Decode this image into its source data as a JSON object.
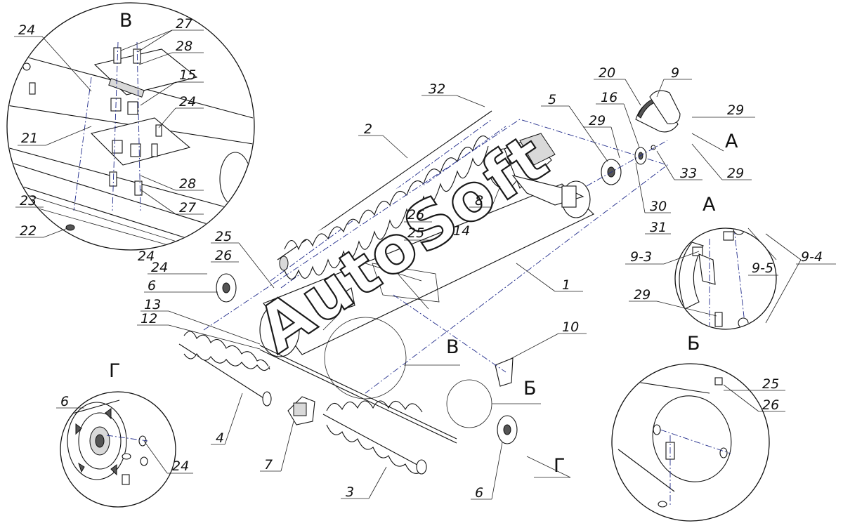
{
  "watermark": "AutoSoft",
  "view_letters": {
    "B_topleft": "В",
    "A_top": "А",
    "A_detail": "А",
    "V_main": "В",
    "B_main": "Б",
    "B_detail": "Б",
    "G_detail": "Г",
    "G_main": "Г"
  },
  "callouts": {
    "c24a": "24",
    "c27a": "27",
    "c28a": "28",
    "c15": "15",
    "c24b": "24",
    "c21": "21",
    "c28b": "28",
    "c27b": "27",
    "c23": "23",
    "c22": "22",
    "c24c": "24",
    "c32": "32",
    "c2": "2",
    "c5": "5",
    "c20": "20",
    "c9": "9",
    "c16": "16",
    "c29a": "29",
    "c29b": "29",
    "c33": "33",
    "c29c": "29",
    "c8": "8",
    "c26a": "26",
    "c25a": "25",
    "c14": "14",
    "c30": "30",
    "c31": "31",
    "c93": "9-3",
    "c95": "9-5",
    "c94": "9-4",
    "c29d": "29",
    "c25b": "25",
    "c26b": "26",
    "c24d": "24",
    "c6a": "6",
    "c13": "13",
    "c12": "12",
    "c1": "1",
    "c10": "10",
    "c6b": "6",
    "c24e": "24",
    "c4": "4",
    "c7": "7",
    "c3": "3",
    "c6c": "6",
    "c25c": "25",
    "c26c": "26"
  }
}
